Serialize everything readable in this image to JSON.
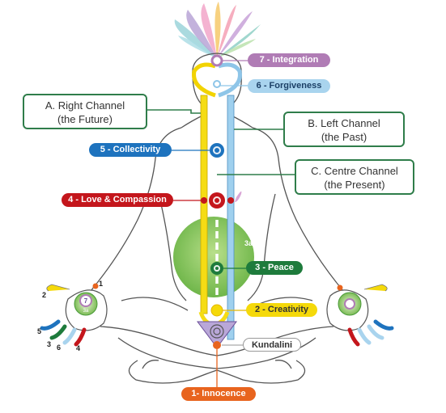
{
  "chakras": {
    "c7": {
      "label": "7 - Integration",
      "color": "#b07cb5"
    },
    "c6": {
      "label": "6 - Forgiveness",
      "color": "#a9d4ee"
    },
    "c5": {
      "label": "5 - Collectivity",
      "color": "#1e73be"
    },
    "c4": {
      "label": "4 - Love & Compassion",
      "color": "#c4161c"
    },
    "c3": {
      "label": "3 - Peace",
      "color": "#1e7b3c"
    },
    "c2": {
      "label": "2 - Creativity",
      "color": "#f5d90a"
    },
    "kundalini": {
      "label": "Kundalini",
      "color": "#ffffff"
    },
    "c1": {
      "label": "1- Innocence",
      "color": "#e8641e"
    }
  },
  "channels": {
    "right": {
      "line1": "A. Right Channel",
      "line2": "(the Future)"
    },
    "left": {
      "line1": "B. Left Channel",
      "line2": "(the  Past)"
    },
    "centre": {
      "line1": "C. Centre Channel",
      "line2": "(the  Present)"
    }
  },
  "void_label": "3a",
  "hand": {
    "center_label": "7",
    "sub_label": "3a",
    "finger_numbers": [
      "1",
      "2",
      "3",
      "4",
      "5",
      "6"
    ]
  }
}
